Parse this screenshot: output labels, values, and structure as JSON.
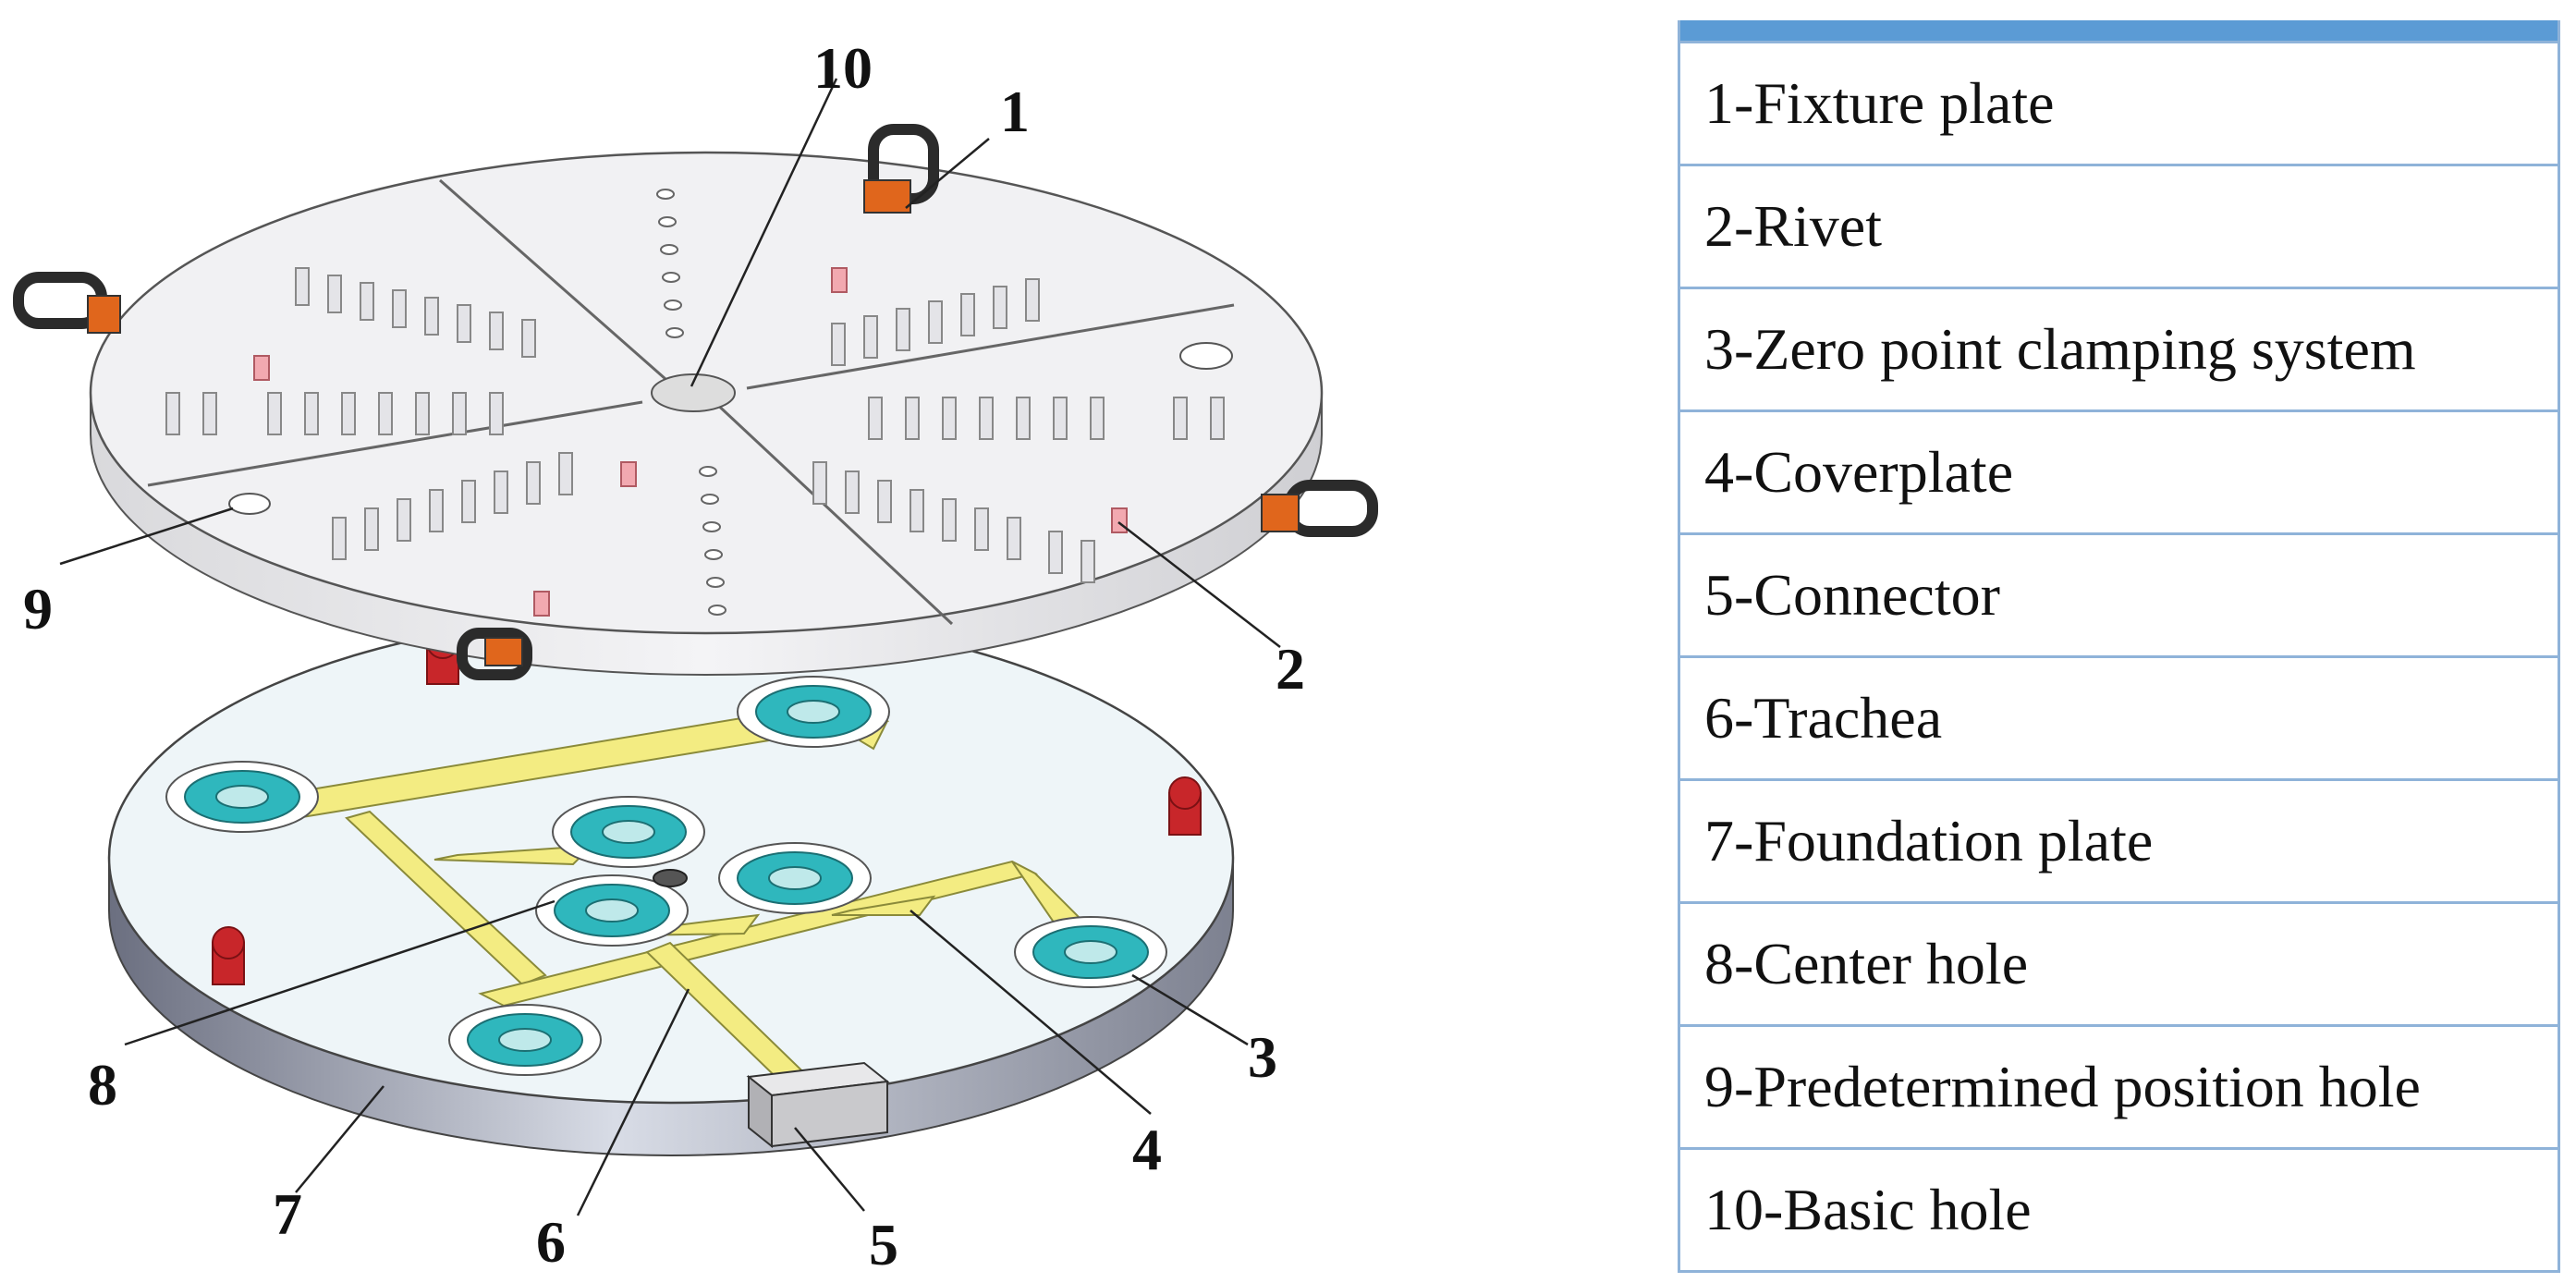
{
  "callouts": {
    "c1": "1",
    "c2": "2",
    "c3": "3",
    "c4": "4",
    "c5": "5",
    "c6": "6",
    "c7": "7",
    "c8": "8",
    "c9": "9",
    "c10": "10"
  },
  "legend": {
    "items": [
      "1-Fixture plate",
      "2-Rivet",
      "3-Zero point clamping system",
      "4-Coverplate",
      "5-Connector",
      "6-Trachea",
      "7-Foundation plate",
      "8-Center hole",
      "9-Predetermined position hole",
      "10-Basic hole"
    ]
  },
  "colors": {
    "header": "#5b9bd5",
    "border": "#8fb3d9",
    "trachea": "#f3ec82",
    "clamp": "#2fb7bd",
    "rivet": "#c8262a",
    "handle": "#2b2b2b",
    "handle_accent": "#e0661c"
  }
}
